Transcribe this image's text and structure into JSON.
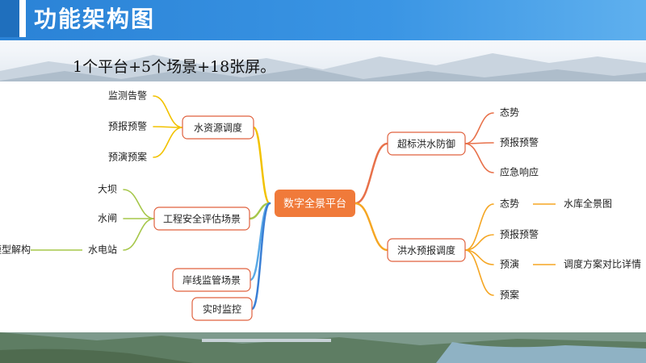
{
  "header": {
    "title": "功能架构图"
  },
  "subtitle": "1个平台+5个场景+18张屏。",
  "center": "数字全景平台",
  "left": [
    {
      "label": "水资源调度",
      "color": "#f2c200",
      "children": [
        "监测告警",
        "预报预警",
        "预演预案"
      ]
    },
    {
      "label": "工程安全评估场景",
      "color": "#a6c74a",
      "children": [
        "大坝",
        "水闸",
        "水电站"
      ],
      "grandchild": "模型解构"
    },
    {
      "label": "岸线监管场景",
      "color": "#5aa9e6",
      "children": []
    },
    {
      "label": "实时监控",
      "color": "#3a7fd5",
      "children": []
    }
  ],
  "right": [
    {
      "label": "超标洪水防御",
      "color": "#e8714a",
      "children": [
        "态势",
        "预报预警",
        "应急响应"
      ]
    },
    {
      "label": "洪水预报调度",
      "color": "#f5a623",
      "children": [
        "态势",
        "预报预警",
        "预演",
        "预案"
      ],
      "extras": {
        "态势": "水库全景图",
        "预演": "调度方案对比详情"
      }
    }
  ]
}
